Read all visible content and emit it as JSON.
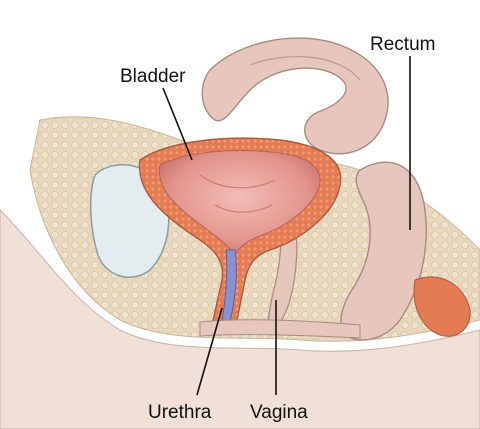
{
  "labels": {
    "bladder": "Bladder",
    "rectum": "Rectum",
    "urethra": "Urethra",
    "vagina": "Vagina"
  },
  "colors": {
    "background": "#ffffff",
    "bone": "#efe3cf",
    "fat": "#e8d8bd",
    "muscle_wall": "#e47b52",
    "bladder_lumen": "#e9a39b",
    "bladder_lumen_dark": "#d07d78",
    "uterus": "#e6c6bd",
    "pubic_bone": "#e3ecef",
    "urethra": "#8a8fd0",
    "skin": "#f1e0d8",
    "line": "#111111"
  }
}
